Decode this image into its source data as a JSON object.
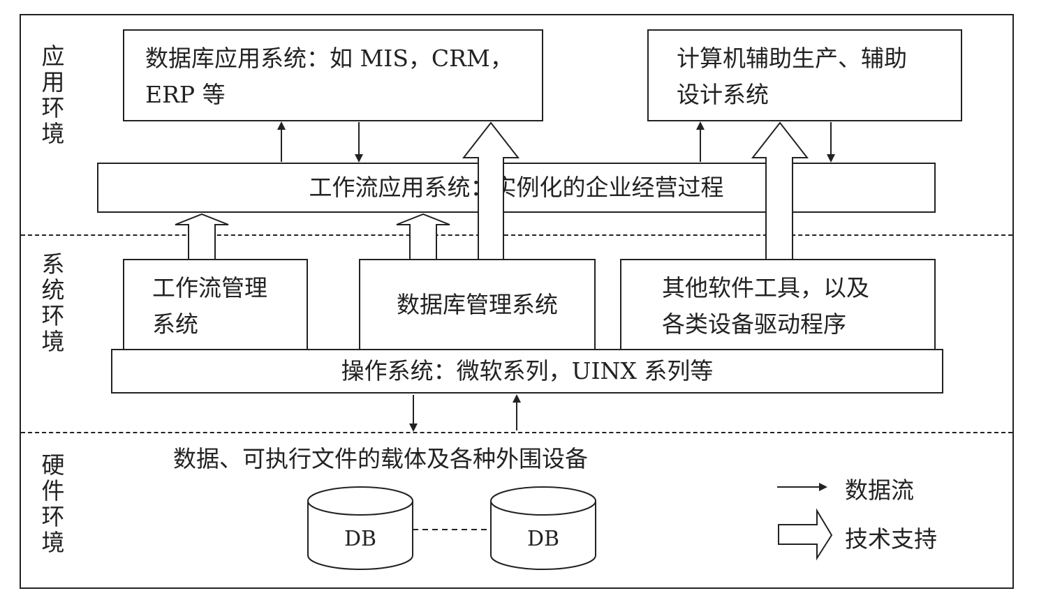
{
  "sections": {
    "application_env": "应\n用\n环\n境",
    "system_env": "系\n统\n环\n境",
    "hardware_env": "硬\n件\n环\n境"
  },
  "boxes": {
    "database_apps": "数据库应用系统：如 MIS，CRM，\nERP 等",
    "cad_cam": "计算机辅助生产、辅助\n设计系统",
    "workflow_app": "工作流应用系统：实例化的企业经营过程",
    "workflow_mgmt": "工作流管理\n系统",
    "dbms": "数据库管理系统",
    "other_tools": "其他软件工具，以及\n各类设备驱动程序",
    "os": "操作系统：微软系列，UINX 系列等"
  },
  "hardware_caption": "数据、可执行文件的载体及各种外围设备",
  "databases": [
    "DB",
    "DB"
  ],
  "legend": {
    "data_flow": "数据流",
    "tech_support": "技术支持"
  }
}
